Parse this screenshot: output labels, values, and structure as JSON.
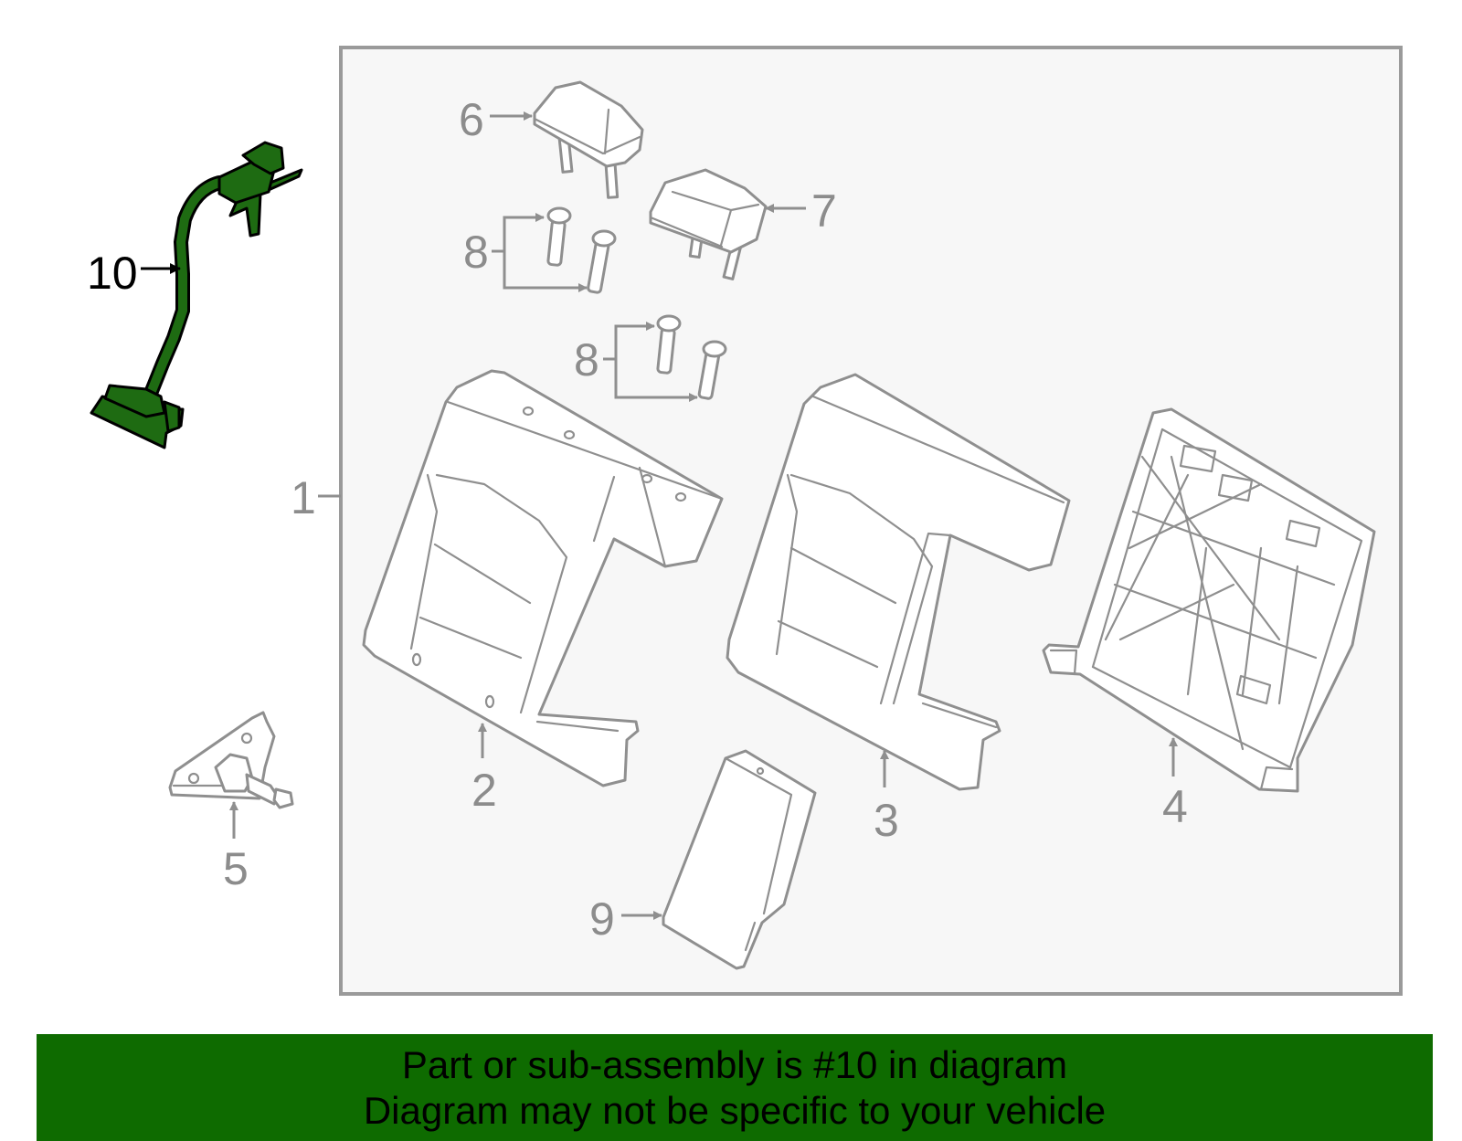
{
  "callouts": {
    "c1": "1",
    "c2": "2",
    "c3": "3",
    "c4": "4",
    "c5": "5",
    "c6": "6",
    "c7": "7",
    "c8a": "8",
    "c8b": "8",
    "c9": "9",
    "c10": "10"
  },
  "highlight_part": "10",
  "colors": {
    "highlight_fill": "#1e6b12",
    "banner_bg": "#0e6b00",
    "line_gray": "#8f8f8f",
    "box_bg": "#f7f7f7"
  },
  "banner": {
    "line1": "Part or sub-assembly is #10 in diagram",
    "line2": "Diagram may not be specific to your vehicle"
  }
}
